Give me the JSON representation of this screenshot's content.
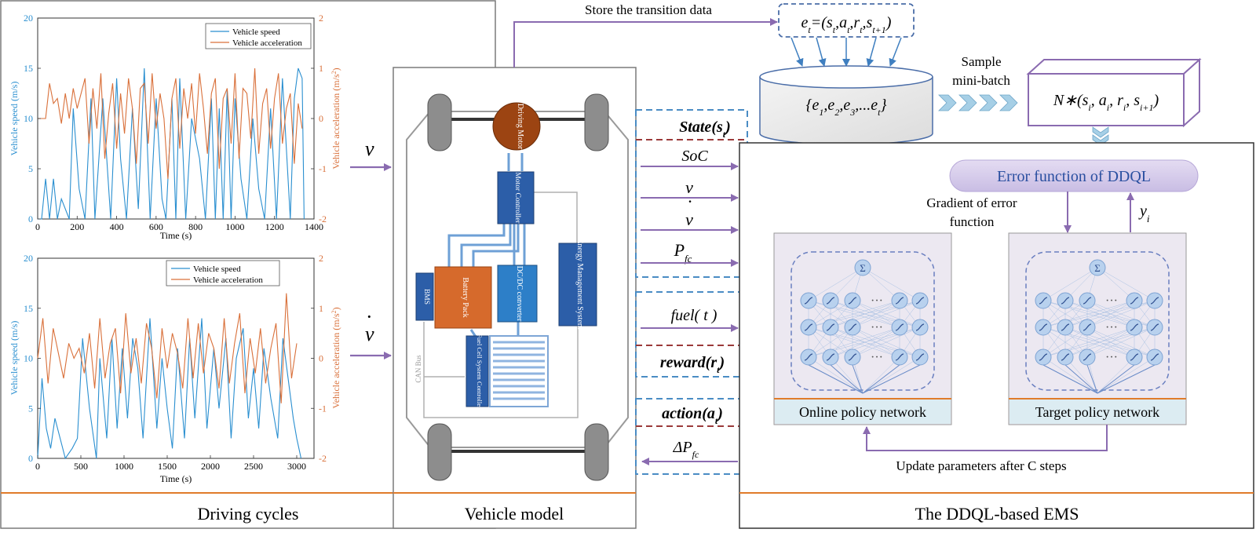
{
  "panels": {
    "driving": "Driving cycles",
    "vehicle": "Vehicle model",
    "ems": "The DDQL-based EMS"
  },
  "charts": {
    "speed_label": "Vehicle speed (m/s)",
    "accel_label": "Vehicle acceleration (m/s",
    "accel_label_sup": "2",
    "accel_label_close": ")",
    "legend_speed": "Vehicle speed",
    "legend_accel": "Vehicle acceleration",
    "xlabel": "Time (s)"
  },
  "chart_data": [
    {
      "type": "line",
      "xlabel": "Time (s)",
      "ylabel": "Vehicle speed (m/s)",
      "y2label": "Vehicle acceleration (m/s2)",
      "xlim": [
        0,
        1400
      ],
      "ylim": [
        0,
        20
      ],
      "y2lim": [
        -2,
        2
      ],
      "xticks": [
        "0",
        "200",
        "400",
        "600",
        "800",
        "1000",
        "1200",
        "1400"
      ],
      "yticks": [
        "0",
        "5",
        "10",
        "15",
        "20"
      ],
      "y2ticks": [
        "-2",
        "-1",
        "0",
        "1",
        "2"
      ],
      "legend": "top-right",
      "series": [
        {
          "name": "Vehicle speed",
          "color": "#2a8fd0",
          "x": [
            0,
            20,
            40,
            60,
            80,
            100,
            120,
            160,
            180,
            210,
            240,
            270,
            290,
            330,
            370,
            400,
            420,
            450,
            480,
            510,
            540,
            570,
            600,
            630,
            650,
            680,
            700,
            720,
            750,
            780,
            820,
            850,
            880,
            900,
            920,
            940,
            960,
            980,
            1000,
            1030,
            1060,
            1090,
            1120,
            1150,
            1180,
            1210,
            1240,
            1280,
            1300,
            1320,
            1340,
            1350
          ],
          "values": [
            0,
            0,
            4,
            0,
            4,
            0,
            2,
            0,
            11,
            3,
            0,
            12,
            0,
            12,
            0,
            14,
            6,
            0,
            11,
            1,
            15,
            0,
            12,
            2,
            0,
            12,
            0,
            14,
            0,
            10,
            6,
            0,
            12,
            0,
            11,
            0,
            13,
            0,
            12,
            4,
            0,
            10,
            3,
            0,
            11,
            0,
            14,
            0,
            12,
            15,
            14,
            0
          ]
        },
        {
          "name": "Vehicle acceleration",
          "color": "#d9703a",
          "x": [
            0,
            20,
            40,
            60,
            80,
            100,
            120,
            140,
            160,
            180,
            200,
            220,
            240,
            260,
            280,
            300,
            320,
            340,
            360,
            380,
            400,
            420,
            440,
            460,
            480,
            500,
            520,
            540,
            560,
            580,
            600,
            620,
            640,
            660,
            680,
            700,
            720,
            740,
            760,
            780,
            800,
            820,
            840,
            860,
            880,
            900,
            920,
            940,
            960,
            980,
            1000,
            1020,
            1040,
            1060,
            1080,
            1100,
            1120,
            1140,
            1160,
            1180,
            1200,
            1220,
            1240,
            1260,
            1280,
            1300,
            1320,
            1340
          ],
          "values": [
            0,
            0,
            0,
            0.7,
            0.3,
            0.4,
            -0.1,
            0.5,
            0,
            0.6,
            0.2,
            0.5,
            0.8,
            -0.5,
            0.6,
            -0.2,
            0.9,
            -0.8,
            0.1,
            0.7,
            -0.6,
            0.5,
            -0.3,
            0.8,
            0.2,
            -0.9,
            0.6,
            0.7,
            -0.5,
            0.9,
            -0.2,
            0.5,
            0,
            -1.2,
            0.4,
            0.8,
            -0.6,
            0.6,
            0,
            0.7,
            -0.3,
            0.9,
            0.2,
            -0.7,
            0.5,
            0.8,
            -1,
            0.4,
            0.6,
            -0.5,
            0.9,
            -0.8,
            0.6,
            0.5,
            -0.4,
            1,
            -0.7,
            0.3,
            0.6,
            -0.6,
            0.4,
            0.9,
            -0.5,
            0.2,
            0.5,
            -0.9,
            0.3,
            -0.2
          ]
        }
      ]
    },
    {
      "type": "line",
      "xlabel": "Time (s)",
      "ylabel": "Vehicle speed (m/s)",
      "y2label": "Vehicle acceleration (m/s2)",
      "xlim": [
        0,
        3200
      ],
      "ylim": [
        0,
        20
      ],
      "y2lim": [
        -2,
        2
      ],
      "xticks": [
        "0",
        "500",
        "1000",
        "1500",
        "2000",
        "2500",
        "3000"
      ],
      "yticks": [
        "0",
        "5",
        "10",
        "15",
        "20"
      ],
      "y2ticks": [
        "-2",
        "-1",
        "0",
        "1",
        "2"
      ],
      "legend": "top-right",
      "series": [
        {
          "name": "Vehicle speed",
          "color": "#2a8fd0",
          "x": [
            0,
            50,
            100,
            150,
            200,
            260,
            320,
            400,
            460,
            520,
            600,
            680,
            720,
            800,
            860,
            920,
            980,
            1040,
            1100,
            1160,
            1220,
            1300,
            1380,
            1440,
            1500,
            1560,
            1620,
            1700,
            1760,
            1820,
            1900,
            1960,
            2040,
            2100,
            2180,
            2240,
            2300,
            2380,
            2440,
            2500,
            2560,
            2620,
            2700,
            2780,
            2840,
            2900,
            2960,
            3000,
            3050
          ],
          "values": [
            0,
            8,
            3,
            1,
            4,
            2,
            0,
            1,
            2,
            12,
            5,
            0,
            10,
            2,
            12,
            3,
            11,
            4,
            12,
            9,
            2,
            14,
            3,
            10,
            5,
            1,
            11,
            2,
            12,
            4,
            14,
            3,
            11,
            5,
            12,
            2,
            10,
            13,
            4,
            9,
            3,
            11,
            6,
            2,
            12,
            8,
            4,
            2,
            0
          ]
        },
        {
          "name": "Vehicle acceleration",
          "color": "#d9703a",
          "x": [
            0,
            60,
            120,
            180,
            240,
            300,
            360,
            420,
            480,
            540,
            600,
            660,
            720,
            780,
            840,
            900,
            960,
            1020,
            1080,
            1140,
            1200,
            1260,
            1320,
            1380,
            1440,
            1500,
            1560,
            1620,
            1680,
            1740,
            1800,
            1860,
            1920,
            1980,
            2040,
            2100,
            2160,
            2220,
            2280,
            2340,
            2400,
            2460,
            2520,
            2580,
            2640,
            2700,
            2760,
            2820,
            2880,
            2940,
            3000
          ],
          "values": [
            0,
            0.8,
            -0.5,
            0.6,
            0.1,
            -0.4,
            0.3,
            0,
            0.2,
            -0.3,
            0.5,
            -0.6,
            0.8,
            -0.4,
            0.3,
            0.6,
            -0.7,
            0.9,
            -0.3,
            0.4,
            -0.5,
            0.7,
            0.2,
            -0.8,
            0.6,
            -0.2,
            0.5,
            0.1,
            -0.6,
            0.8,
            -0.4,
            0.7,
            -0.3,
            0.5,
            0.2,
            -0.6,
            0.8,
            -0.5,
            0.3,
            0.9,
            -0.7,
            0.4,
            -0.3,
            0.6,
            -0.5,
            0.2,
            0.7,
            -0.9,
            1.3,
            -0.4,
            0.3
          ]
        }
      ]
    }
  ],
  "vehicle": {
    "driving_motor": "Driving Motor",
    "motor_controller": "Motor Controller",
    "bms": "BMS",
    "battery_pack": "Battery Pack",
    "dcdc": "DC/DC converter",
    "ems_box": "Energy Management System",
    "fcs_controller": "Fuel Cell System Controller",
    "can_bus": "CAN Bus"
  },
  "inputs": {
    "v": "v",
    "vdot": "v",
    "dot": "·"
  },
  "signals": {
    "state": "State",
    "state_sub": "s",
    "state_subsub": "t",
    "soc": "SoC",
    "v": "v",
    "vdot": "v",
    "dot": "·",
    "pfc": "P",
    "pfc_sub": "fc",
    "fuel": "fuel( t )",
    "reward": "reward",
    "reward_sub": "r",
    "reward_subsub": "t",
    "action": "action",
    "action_sub": "a",
    "action_subsub": "t",
    "dpfc": "ΔP",
    "dpfc_sub": "fc"
  },
  "memory": {
    "store_label": "Store the transition data",
    "transition": "e",
    "transition_sub": "t",
    "transition_rhs": "=(s",
    "transition_rhs2": ",a",
    "transition_rhs3": ",r",
    "transition_rhs4": ",s",
    "transition_sub_t1": "t+1",
    "transition_close": ")",
    "buffer_set": "{e",
    "buffer_set2": ",e",
    "buffer_set3": ",e",
    "buffer_set4": ",...e",
    "buffer_close": "}",
    "sample_line1": "Sample",
    "sample_line2": "mini-batch",
    "batch_prefix": "N∗(s",
    "batch_a": ", a",
    "batch_r": ", r",
    "batch_s": ", s",
    "batch_sub_i": "i",
    "batch_sub_i1": "i+1",
    "batch_close": ")"
  },
  "ems": {
    "error_fn": "Error function of DDQL",
    "gradient_line1": "Gradient of error",
    "gradient_line2": "function",
    "yi": "y",
    "yi_sub": "i",
    "online_net": "Online policy network",
    "target_net": "Target policy network",
    "update": "Update parameters after C steps",
    "sigma": "Σ",
    "ellipsis": "···"
  },
  "colors": {
    "arrow": "#8a6bb0",
    "orange": "#e07b2a",
    "blue_box": "#2c5ea8",
    "dashed_blue": "#4a8cc4",
    "dashed_red": "#9b3a3a",
    "motor": "#9c4412",
    "battery": "#d66a2c",
    "speed": "#2a8fd0",
    "accel": "#d9703a"
  }
}
